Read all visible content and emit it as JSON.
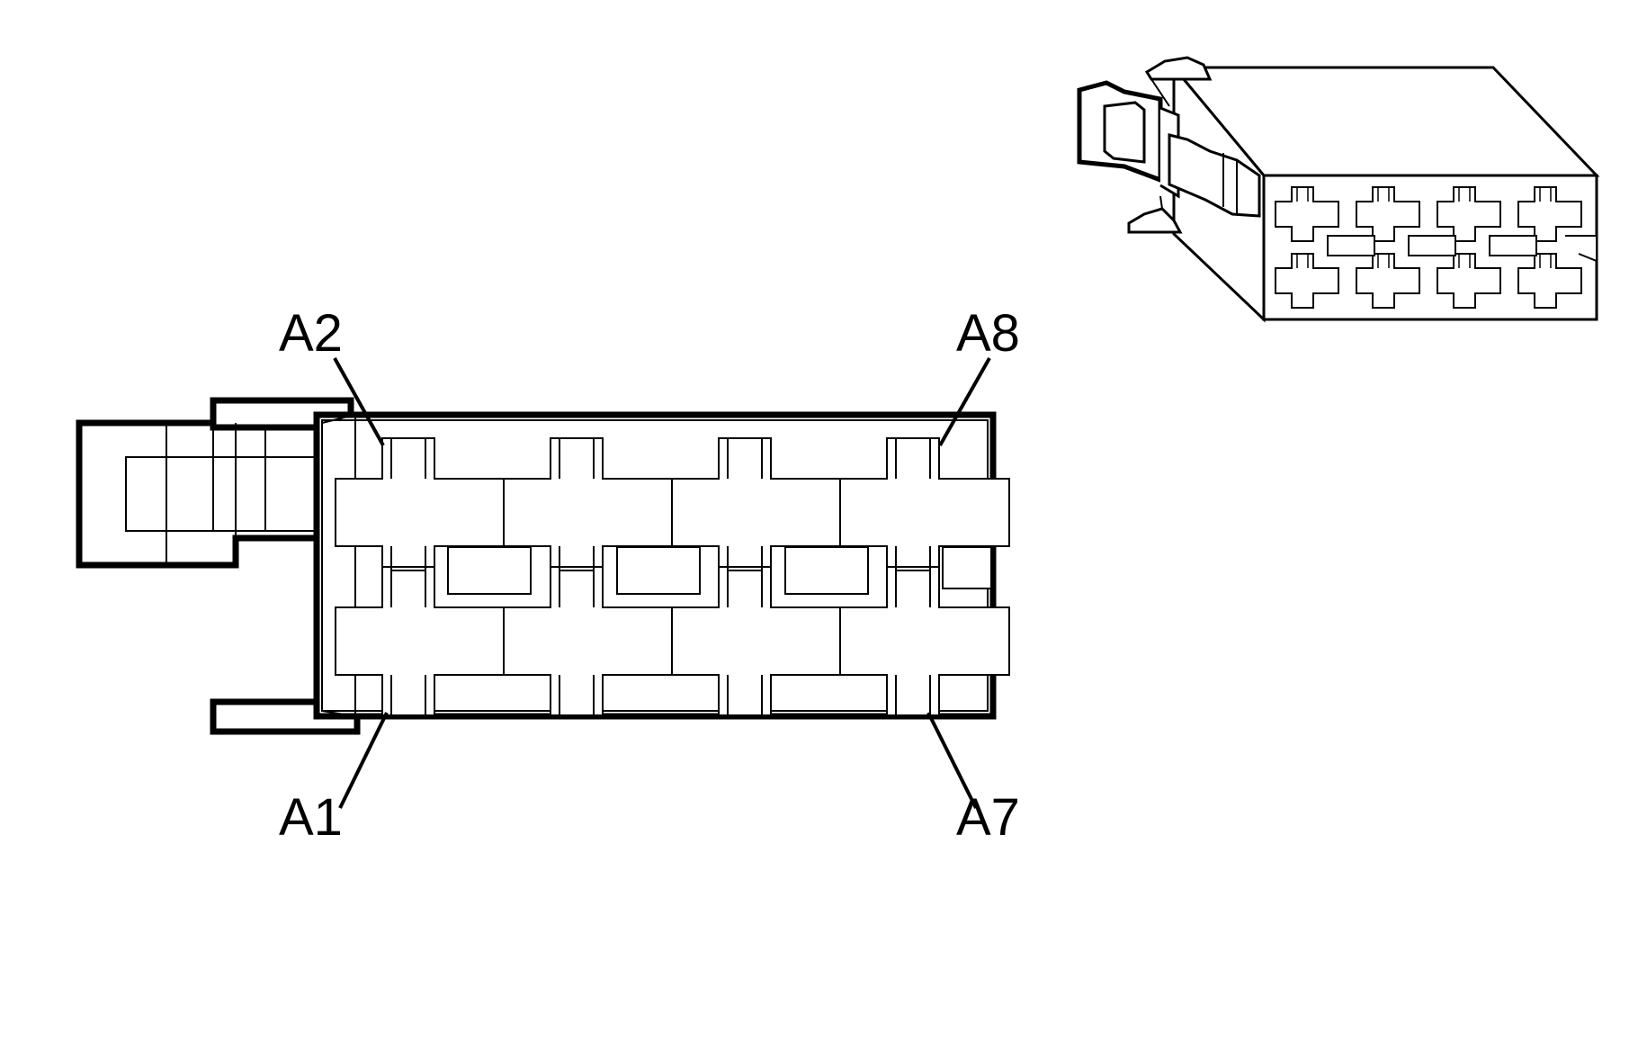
{
  "diagram": {
    "colors": {
      "stroke": "#000000",
      "fill": "#ffffff"
    },
    "labels": {
      "a2": "A2",
      "a8": "A8",
      "a1": "A1",
      "a7": "A7"
    }
  }
}
